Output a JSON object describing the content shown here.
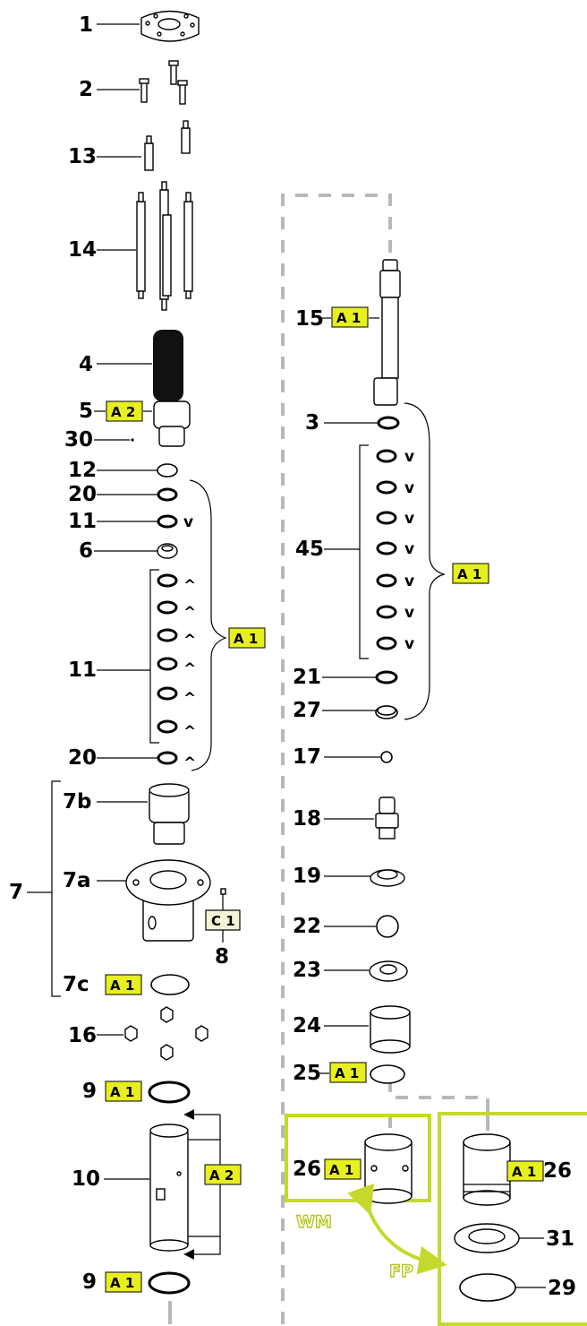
{
  "callouts": {
    "c1": "1",
    "c2": "2",
    "c13": "13",
    "c14": "14",
    "c4": "4",
    "c5": "5",
    "c30": "30",
    "c12": "12",
    "c20a": "20",
    "c11a": "11",
    "c6": "6",
    "c11b": "11",
    "c20b": "20",
    "c7": "7",
    "c7b": "7b",
    "c7a": "7a",
    "c7c": "7c",
    "c8": "8",
    "c16": "16",
    "c9a": "9",
    "c10": "10",
    "c9b": "9",
    "c15": "15",
    "c3": "3",
    "c45": "45",
    "c21": "21",
    "c27": "27",
    "c17": "17",
    "c18": "18",
    "c19": "19",
    "c22": "22",
    "c23": "23",
    "c24": "24",
    "c25": "25",
    "c26a": "26",
    "c26b": "26",
    "c31": "31",
    "c29": "29"
  },
  "tags": {
    "a1": "A 1",
    "a2": "A 2",
    "c1": "C 1"
  },
  "marks": {
    "v": "v",
    "caret": "^"
  },
  "variants": {
    "wm": "WM",
    "fp": "FP"
  },
  "colors": {
    "tag_fill": "#e7ef1f",
    "tag_c_fill": "#f3f4d6",
    "green_frame": "#c5d92d",
    "dashed_line": "#b8b8b8"
  }
}
